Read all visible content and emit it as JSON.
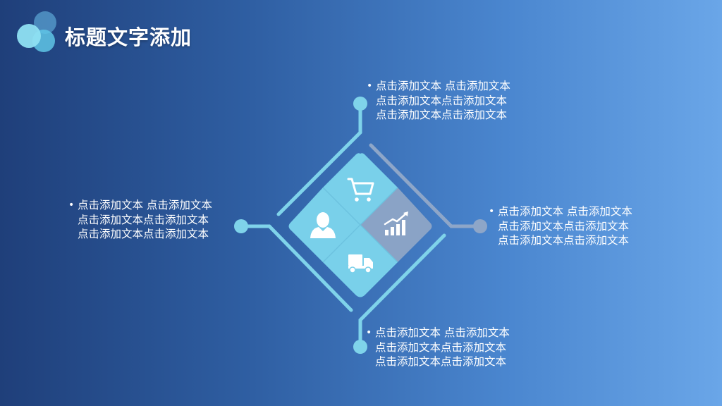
{
  "title": "标题文字添加",
  "colors": {
    "accent": "#7fd3ea",
    "accent_dark": "#5bb8de",
    "highlight_tile": "#8aa3c6",
    "connector_gray": "#8ea6c8"
  },
  "icons": {
    "top": "cart-icon",
    "left": "user-icon",
    "right": "chart-icon",
    "bottom": "truck-icon"
  },
  "blocks": {
    "top": {
      "lines": [
        "点击添加文本 点击添加文本",
        "点击添加文本点击添加文本",
        "点击添加文本点击添加文本"
      ]
    },
    "left": {
      "lines": [
        "点击添加文本 点击添加文本",
        "点击添加文本点击添加文本",
        "点击添加文本点击添加文本"
      ]
    },
    "right": {
      "lines": [
        "点击添加文本 点击添加文本",
        "点击添加文本点击添加文本",
        "点击添加文本点击添加文本"
      ]
    },
    "bottom": {
      "lines": [
        "点击添加文本 点击添加文本",
        "点击添加文本点击添加文本",
        "点击添加文本点击添加文本"
      ]
    }
  }
}
